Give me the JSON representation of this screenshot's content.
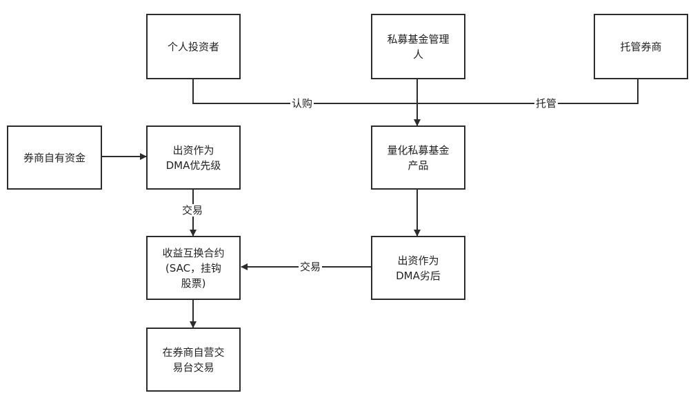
{
  "nodes": {
    "individual_investor": "个人投资者",
    "private_fund_manager": "私募基金管理\n人",
    "custodian_broker": "托管券商",
    "broker_own_funds": "券商自有资金",
    "dma_priority": "出资作为\nDMA优先级",
    "quant_private_fund": "量化私募基金\n产品",
    "sac_contract": "收益互换合约\n(SAC，挂钩\n股票)",
    "dma_subordinate": "出资作为\nDMA劣后",
    "broker_trading_desk": "在券商自营交\n易台交易"
  },
  "edges": {
    "subscribe": "认购",
    "custody": "托管",
    "trade_left": "交易",
    "trade_right": "交易"
  },
  "colors": {
    "line": "#2b2b2b",
    "box_border": "#2b2b2b",
    "text": "#222222",
    "background": "#ffffff"
  }
}
